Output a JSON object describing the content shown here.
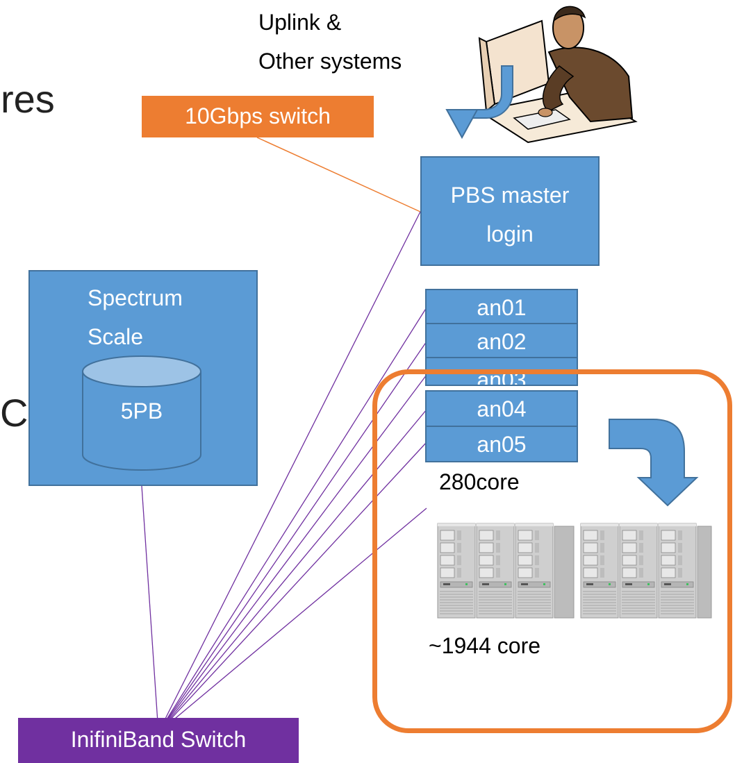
{
  "partial_text": {
    "res": "res",
    "c": "C"
  },
  "uplink_label": {
    "line1": "Uplink &",
    "line2": "Other systems"
  },
  "switch_10g": "10Gbps switch",
  "pbs": {
    "line1": "PBS master",
    "line2": "login"
  },
  "storage": {
    "line1": "Spectrum",
    "line2": "Scale",
    "capacity": "5PB"
  },
  "nodes": [
    "an01",
    "an02",
    "an03",
    "an04",
    "an05"
  ],
  "core_280": "280core",
  "core_1944": "~1944 core",
  "ib_switch": "InifiniBand Switch",
  "colors": {
    "blue": "#5b9bd5",
    "orange": "#ed7d31",
    "purple": "#7030a0",
    "highlight": "#ed7d31"
  }
}
